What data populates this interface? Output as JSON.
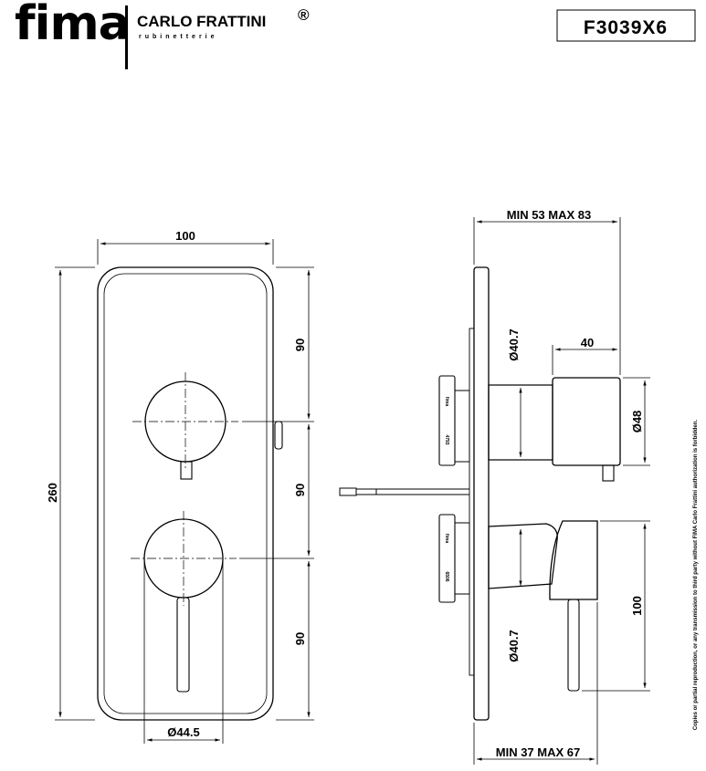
{
  "header": {
    "brand_fima": "fima",
    "brand_carlo": "CARLO FRATTINI",
    "brand_registered": "®",
    "brand_sub": "rubinetterie",
    "product_code": "F3039X6"
  },
  "dimensions": {
    "front_width": "100",
    "front_height": "260",
    "front_seg_top": "90",
    "front_seg_mid": "90",
    "front_seg_bottom": "90",
    "front_knob_diameter": "Ø44.5",
    "side_top_depth": "MIN 53 MAX 83",
    "side_bottom_depth": "MIN 37 MAX 67",
    "side_diameter_upper": "Ø40.7",
    "side_diameter_lower": "Ø40.7",
    "side_length_upper": "40",
    "side_diameter_body": "Ø48",
    "side_height_lower": "100"
  },
  "side_labels": {
    "upper_brand": "fima",
    "upper_number": "4793",
    "lower_brand": "fima",
    "lower_number": "6506"
  },
  "copyright_note": "Copies or partial reproduction, or any transmission to third party without FIMA Carlo Frattini authorization is forbidden."
}
